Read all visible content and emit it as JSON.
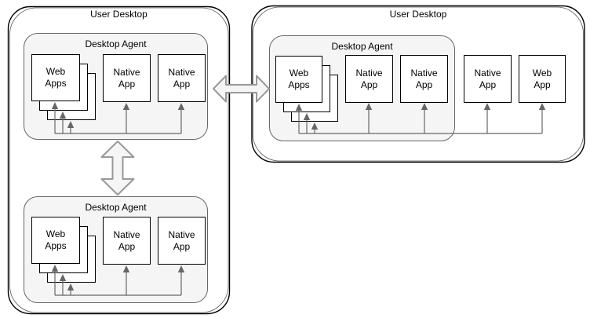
{
  "diagram": {
    "left_desktop": {
      "title": "User Desktop",
      "agents": [
        {
          "title": "Desktop Agent",
          "web_apps": {
            "label": "Web Apps"
          },
          "native_apps": [
            {
              "label": "Native App"
            },
            {
              "label": "Native App"
            }
          ]
        },
        {
          "title": "Desktop Agent",
          "web_apps": {
            "label": "Web Apps"
          },
          "native_apps": [
            {
              "label": "Native App"
            },
            {
              "label": "Native App"
            }
          ]
        }
      ]
    },
    "right_desktop": {
      "title": "User Desktop",
      "agent": {
        "title": "Desktop Agent",
        "web_apps": {
          "label": "Web Apps"
        },
        "native_apps": [
          {
            "label": "Native App"
          },
          {
            "label": "Native App"
          }
        ]
      },
      "external_apps": [
        {
          "label": "Native App"
        },
        {
          "label": "Web App"
        }
      ]
    },
    "connections": [
      {
        "type": "bidirectional-arrow",
        "from": "left-desktop-agent-top",
        "to": "left-desktop-agent-bottom"
      },
      {
        "type": "bidirectional-arrow",
        "from": "left-user-desktop",
        "to": "right-user-desktop"
      }
    ],
    "colors": {
      "agent_fill": "#f5f5f5",
      "agent_border": "#666666",
      "app_border": "#000000",
      "connector": "#666666",
      "double_arrow_fill": "#f5f5f5",
      "double_arrow_stroke": "#999999",
      "desktop_outline": "#000000",
      "background": "#ffffff"
    }
  }
}
